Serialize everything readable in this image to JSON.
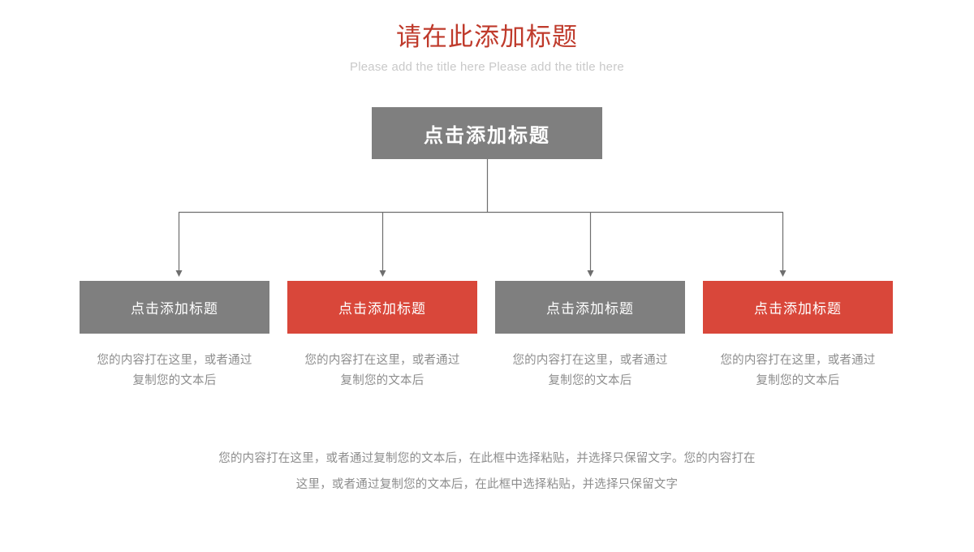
{
  "header": {
    "title": "请在此添加标题",
    "subtitle": "Please add the title here Please add the title here",
    "title_color": "#bf3a2b",
    "subtitle_color": "#c9c9c9"
  },
  "root": {
    "label": "点击添加标题",
    "color": "#7f7f7f"
  },
  "colors": {
    "gray": "#7f7f7f",
    "red": "#d9473a",
    "connector": "#6e6e6e",
    "body_text": "#8d8d8d"
  },
  "children": [
    {
      "label": "点击添加标题",
      "style": "gray",
      "color": "#7f7f7f",
      "caption_line1": "您的内容打在这里，或者通过",
      "caption_line2": "复制您的文本后"
    },
    {
      "label": "点击添加标题",
      "style": "red",
      "color": "#d9473a",
      "caption_line1": "您的内容打在这里，或者通过",
      "caption_line2": "复制您的文本后"
    },
    {
      "label": "点击添加标题",
      "style": "gray",
      "color": "#7f7f7f",
      "caption_line1": "您的内容打在这里，或者通过",
      "caption_line2": "复制您的文本后"
    },
    {
      "label": "点击添加标题",
      "style": "red",
      "color": "#d9473a",
      "caption_line1": "您的内容打在这里，或者通过",
      "caption_line2": "复制您的文本后"
    }
  ],
  "footer": {
    "line1": "您的内容打在这里，或者通过复制您的文本后，在此框中选择粘贴，并选择只保留文字。您的内容打在",
    "line2": "这里，或者通过复制您的文本后，在此框中选择粘贴，并选择只保留文字"
  }
}
